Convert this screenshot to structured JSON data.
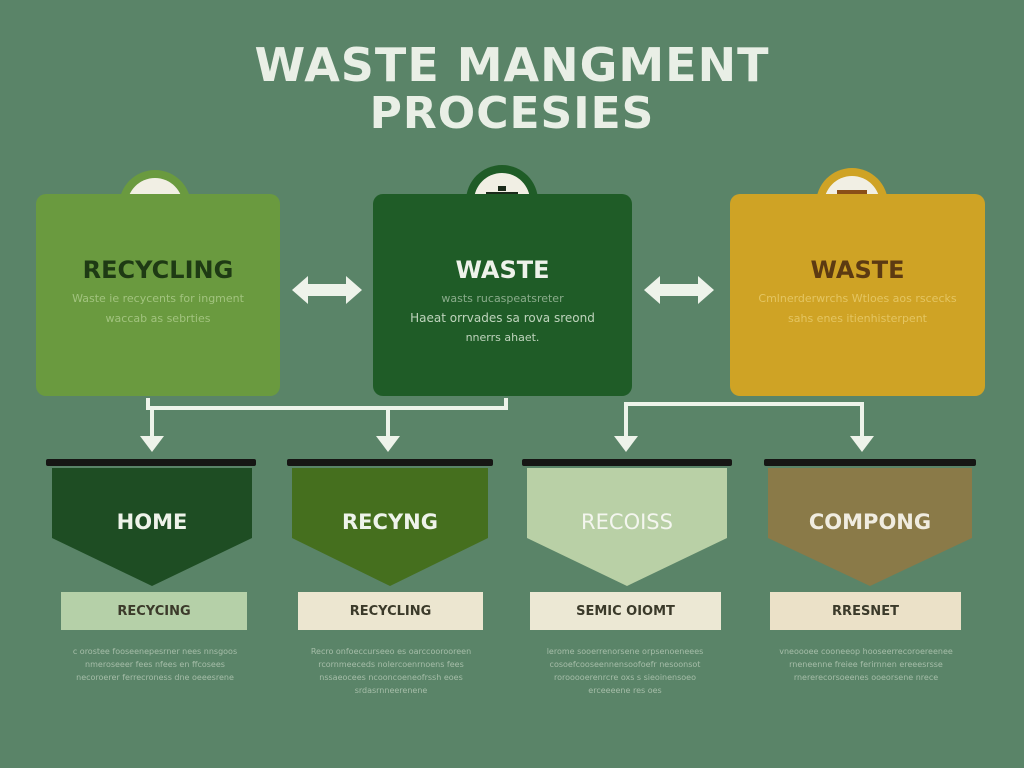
{
  "title": {
    "line1": "WASTE MANGMENT",
    "line2": "PROCESIES"
  },
  "cards": [
    {
      "heading": "RECYCLING",
      "lines": [
        "Waste ie recycents for ingment",
        "waccab as sebrties"
      ],
      "icon": "tractor-icon"
    },
    {
      "heading": "WASTE",
      "lines": [
        "wasts rucaspeatsreter",
        "Haeat orrvades sa rova sreond",
        "nnerrs ahaet."
      ],
      "icon": "bin-icon"
    },
    {
      "heading": "WASTE",
      "lines": [
        "Cmlnerderwrchs Wtloes aos rscecks",
        "sahs enes itienhisterpent"
      ],
      "icon": "basket-icon"
    }
  ],
  "funnels": [
    {
      "label": "HOME",
      "tag": "RECYCING",
      "desc": [
        "c orostee fooseenepesrner nees nnsgoos",
        "nmeroseeer fees nfees en ffcosees",
        "necoroerer ferrecroness dne oeeesrene"
      ]
    },
    {
      "label": "RECYNG",
      "tag": "RECYCLING",
      "desc": [
        "Recro onfoeccurseeo es oarccoorooreen",
        "rcornmeeceds nolercoenrnoens fees",
        "nssaeocees ncooncoeneofrssh eoes",
        "srdasrnneerenene"
      ]
    },
    {
      "label": "RECOISS",
      "tag": "SEMIC OIOMT",
      "desc": [
        "lerome sooerrenorsene orpsenoeneees",
        "cosoefcooseennensoofoefr nesoonsot",
        "rorooooerenrcre oxs s sieoinensoeo",
        "erceeeene res oes"
      ]
    },
    {
      "label": "COMPONG",
      "tag": "RRESNET",
      "desc": [
        "vneoooee cooneeop hooseerrecoroereenee",
        "rneneenne freiee ferirnnen ereeesrsse",
        "rnererecorsoeenes ooeorsene nrece"
      ]
    }
  ],
  "colors": {
    "background": "#5a8468",
    "card_recycling": "#6a9a3f",
    "card_waste": "#1f5c27",
    "card_waste2": "#cfa325",
    "funnel1": "#1e4d23",
    "funnel2": "#456f1e",
    "funnel3": "#b9d0a6",
    "funnel4": "#8a7a48",
    "tag1": "#b5d0a8",
    "tag2": "#ece6d0",
    "tag3": "#ece8d4",
    "tag4": "#ebe1c8"
  }
}
